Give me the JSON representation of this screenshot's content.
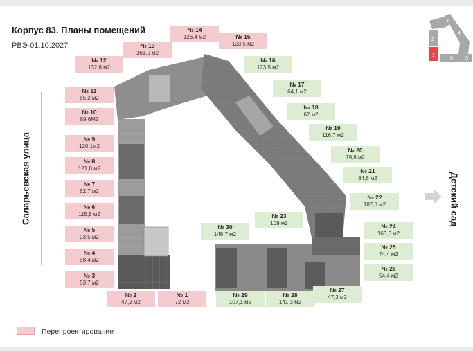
{
  "header": {
    "title": "Корпус 83. Планы помещений",
    "subtitle": "РВЭ-01.10.2027"
  },
  "streets": {
    "left": "Саларьевская улица",
    "right": "Детский сад"
  },
  "legend": {
    "label": "Перепроектирование",
    "color": "#f4cccf"
  },
  "colors": {
    "redesign": "#f4cccf",
    "normal": "#dcedd3",
    "building_dark": "#5f5f5f",
    "building_light": "#b5b5b5"
  },
  "minimap": {
    "sections": [
      "1",
      "2",
      "3",
      "4",
      "5",
      "6"
    ],
    "highlighted": "1"
  },
  "rooms": [
    {
      "num": "№ 1",
      "area": "72 м2",
      "redesign": true
    },
    {
      "num": "№ 2",
      "area": "47,2 м2",
      "redesign": true
    },
    {
      "num": "№ 3",
      "area": "53,7 м2",
      "redesign": true
    },
    {
      "num": "№ 4",
      "area": "58,4 м2",
      "redesign": true
    },
    {
      "num": "№ 5",
      "area": "93,5 м2",
      "redesign": true
    },
    {
      "num": "№ 6",
      "area": "115,8 м2",
      "redesign": true
    },
    {
      "num": "№ 7",
      "area": "62,7 м2",
      "redesign": true
    },
    {
      "num": "№ 8",
      "area": "121,8 м2",
      "redesign": true
    },
    {
      "num": "№ 9",
      "area": "120,1м2",
      "redesign": true
    },
    {
      "num": "№ 10",
      "area": "89,6М2",
      "redesign": true
    },
    {
      "num": "№ 11",
      "area": "85,2 м2",
      "redesign": true
    },
    {
      "num": "№ 12",
      "area": "132,8 м2",
      "redesign": true
    },
    {
      "num": "№ 13",
      "area": "161,9 м2",
      "redesign": true
    },
    {
      "num": "№ 14",
      "area": "126,4 м2",
      "redesign": true
    },
    {
      "num": "№ 15",
      "area": "123,5 м2",
      "redesign": true
    },
    {
      "num": "№ 16",
      "area": "123,5 м2",
      "redesign": false
    },
    {
      "num": "№ 17",
      "area": "64,1 м2",
      "redesign": false
    },
    {
      "num": "№ 18",
      "area": "62 м2",
      "redesign": false
    },
    {
      "num": "№ 19",
      "area": "116,7 м2",
      "redesign": false
    },
    {
      "num": "№ 20",
      "area": "79,8 м2",
      "redesign": false
    },
    {
      "num": "№ 21",
      "area": "84,6 м2",
      "redesign": false
    },
    {
      "num": "№ 22",
      "area": "187,8 м2",
      "redesign": false
    },
    {
      "num": "№ 23",
      "area": "109 м2",
      "redesign": false
    },
    {
      "num": "№ 24",
      "area": "163,6 м2",
      "redesign": false
    },
    {
      "num": "№ 25",
      "area": "74,4 м2",
      "redesign": false
    },
    {
      "num": "№ 26",
      "area": "54,4 м2",
      "redesign": false
    },
    {
      "num": "№ 27",
      "area": "47,3 м2",
      "redesign": false
    },
    {
      "num": "№ 28",
      "area": "141,3 м2",
      "redesign": false
    },
    {
      "num": "№ 29",
      "area": "107,1 м2",
      "redesign": false
    },
    {
      "num": "№ 30",
      "area": "148,7 м2",
      "redesign": false
    }
  ]
}
